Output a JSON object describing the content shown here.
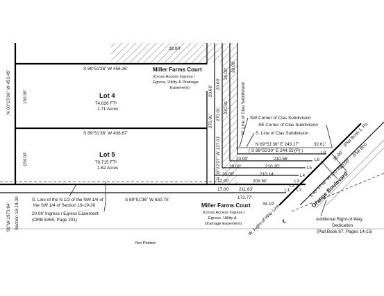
{
  "lot4": {
    "name": "Lot 4",
    "area": "74,626 FT²",
    "acres": "1.71 Acres"
  },
  "lot5": {
    "name": "Lot 5",
    "area": "70,715 FT²",
    "acres": "1.62 Acres"
  },
  "miller_top": {
    "title": "Miller Farms Court",
    "l1": "(Cross Access Ingress /",
    "l2": "Egress, Utility & Drainage",
    "l3": "Easement)"
  },
  "miller_bottom": {
    "title": "Miller Farms Court",
    "l1": "(Cross Access Ingress /",
    "l2": "Egress, Utility &",
    "l3": "Drainage Easement)"
  },
  "bearings": {
    "lot4_north": "S 89°51'36\" W 456.36'",
    "lot5_north": "S 89°51'36\" W 436.67'",
    "bottom": "S 89°51'36\" W 630.75'",
    "west_upper": "N 00°15'06\" W 453.45'",
    "west_lot4": "150.00'",
    "west_lot5": "154.00'",
    "east_road": "N 00°22'07\" W 137.01'",
    "road_270": "270.01'",
    "clas_n": "N 89°51'36\" E 243.17'",
    "clas_s": "( S 89°55'30\" E 244.55'(P) )",
    "dist_32": "32.61'",
    "dist_25": "25.00'",
    "dist_40": "40.00'",
    "orange_brg": "S 45°07'02\" W 133.52'",
    "dist_34": "34.19'",
    "dist_173": "173.77'",
    "dist_28": "28.00'",
    "w_edge_1": "'06\"W 1973.94'"
  },
  "road_dims": [
    "20.00'",
    "20.00'",
    "20.00'",
    "20.00'",
    "270.01'",
    "270.01'",
    "270.01'"
  ],
  "step_rows": [
    {
      "left": "20.00'",
      "right": "210.56'"
    },
    {
      "left": "20.00'",
      "right": "210.35'"
    },
    {
      "left": "20.00'",
      "right": "210.14'"
    },
    {
      "left": "17.00'",
      "right": "209.50'"
    },
    {
      "left": "17.00'",
      "right": "211.63'"
    }
  ],
  "line_tags": [
    "L1",
    "L2",
    "L3",
    "L4",
    "L5",
    "L6",
    "L7",
    "L8"
  ],
  "labels": {
    "w_line_clas": "W. Line of Clas Subdivision",
    "sw_corner": "SW Corner of Clas Subdivision",
    "se_corner": "SE Corner of Clas Subdivision",
    "s_line_clas": "S. Line of Clas Subdivision",
    "s_line_1": "S. Line of the N 1/2 of the NW 1/4 of",
    "s_line_2": "the SW 1/4 of Section 19-19-30",
    "easement_1": "20.00' Ingress / Egress Easement",
    "easement_2": "(ORB 6365, Page 201)",
    "orange_blvd": "Orange Boulevard",
    "w_row": "W. Right-of-Way Line",
    "plat_book_1": "(Plat Book 1, Pa",
    "plat_book_2": "(Plat Boo",
    "add_row_1": "Additional Right-of-Way",
    "add_row_2": "Dedication",
    "add_row_3": "(Plat Book 87, Pages 14-15)",
    "not_platted": "Not Platted",
    "section_line": "Section 19-19-30",
    "centerline": "℄"
  }
}
